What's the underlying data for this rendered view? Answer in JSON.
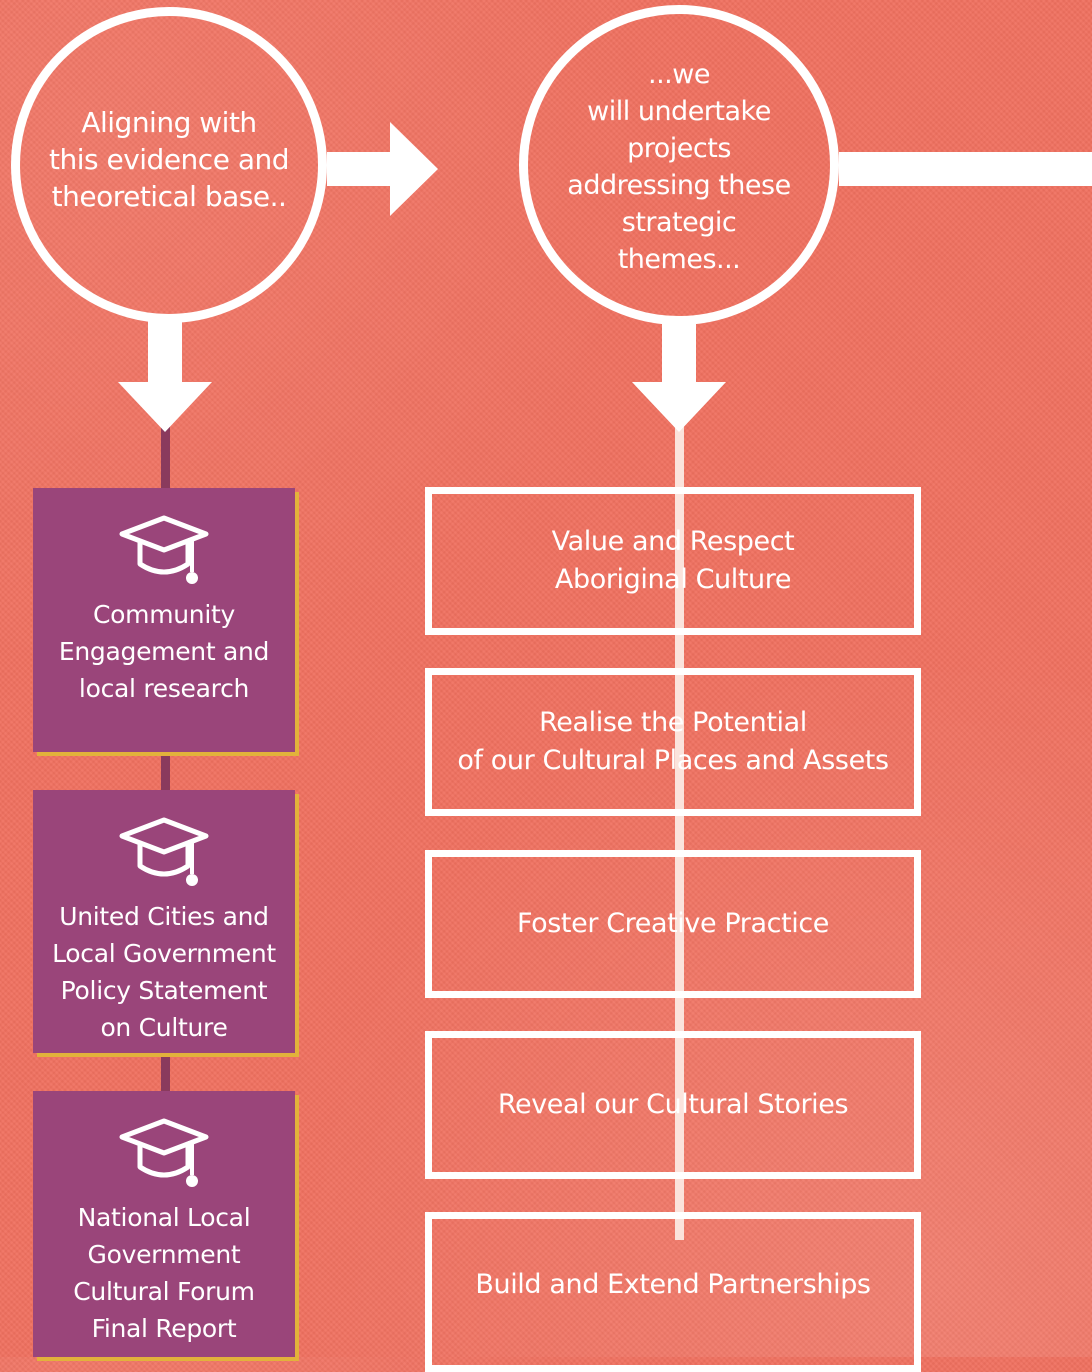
{
  "colors": {
    "background": "#f0705f",
    "source_card": "#9a457a",
    "card_shadow": "#e2b23b",
    "line": "#ffffff"
  },
  "circles": [
    {
      "text": "Aligning with\nthis evidence and\ntheoretical base.."
    },
    {
      "text": "...we\nwill undertake\nprojects\naddressing these\nstrategic\nthemes..."
    }
  ],
  "sources": [
    {
      "icon": "graduation-cap-icon",
      "text": "Community\nEngagement and\nlocal research"
    },
    {
      "icon": "graduation-cap-icon",
      "text": "United Cities and\nLocal Government\nPolicy Statement\non Culture"
    },
    {
      "icon": "graduation-cap-icon",
      "text": "National Local\nGovernment\nCultural Forum\nFinal Report"
    }
  ],
  "themes": [
    {
      "text": "Value and Respect\nAboriginal Culture"
    },
    {
      "text": "Realise the Potential\nof our Cultural Places and Assets"
    },
    {
      "text": "Foster Creative Practice"
    },
    {
      "text": "Reveal our Cultural Stories"
    },
    {
      "text": "Build and Extend Partnerships"
    }
  ]
}
